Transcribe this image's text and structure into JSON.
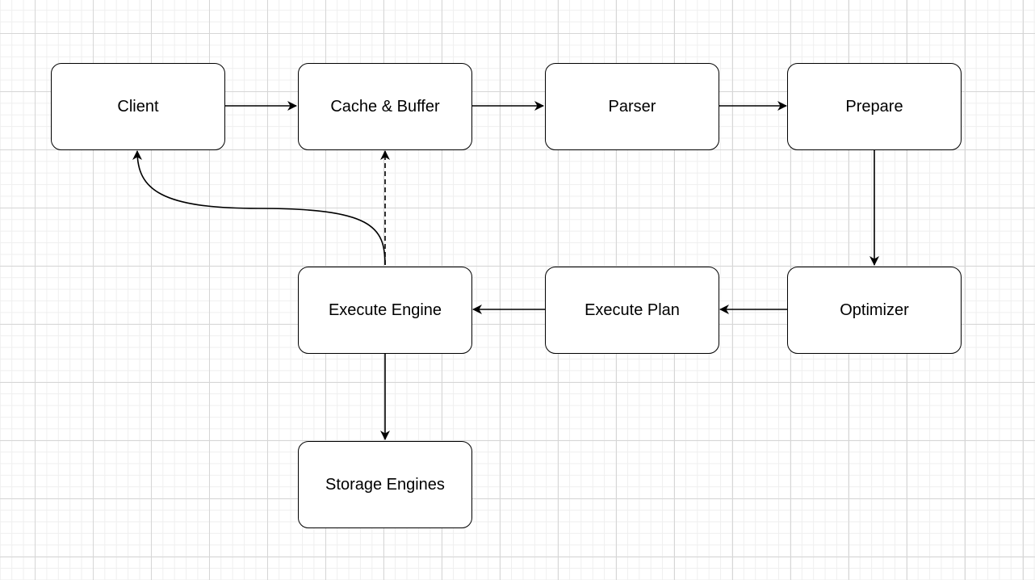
{
  "diagram": {
    "nodes": {
      "client": "Client",
      "cache_buffer": "Cache & Buffer",
      "parser": "Parser",
      "prepare": "Prepare",
      "execute_engine": "Execute Engine",
      "execute_plan": "Execute Plan",
      "optimizer": "Optimizer",
      "storage_engines": "Storage Engines"
    },
    "edges": [
      {
        "from": "client",
        "to": "cache_buffer",
        "style": "solid"
      },
      {
        "from": "cache_buffer",
        "to": "parser",
        "style": "solid"
      },
      {
        "from": "parser",
        "to": "prepare",
        "style": "solid"
      },
      {
        "from": "prepare",
        "to": "optimizer",
        "style": "solid"
      },
      {
        "from": "optimizer",
        "to": "execute_plan",
        "style": "solid"
      },
      {
        "from": "execute_plan",
        "to": "execute_engine",
        "style": "solid"
      },
      {
        "from": "execute_engine",
        "to": "storage_engines",
        "style": "solid"
      },
      {
        "from": "execute_engine",
        "to": "cache_buffer",
        "style": "dashed"
      },
      {
        "from": "execute_engine",
        "to": "client",
        "style": "solid-curved"
      }
    ],
    "colors": {
      "stroke": "#000000",
      "node_fill": "#ffffff",
      "grid_major": "#d6d6d6",
      "grid_minor": "#efefef",
      "background": "#ffffff"
    }
  }
}
